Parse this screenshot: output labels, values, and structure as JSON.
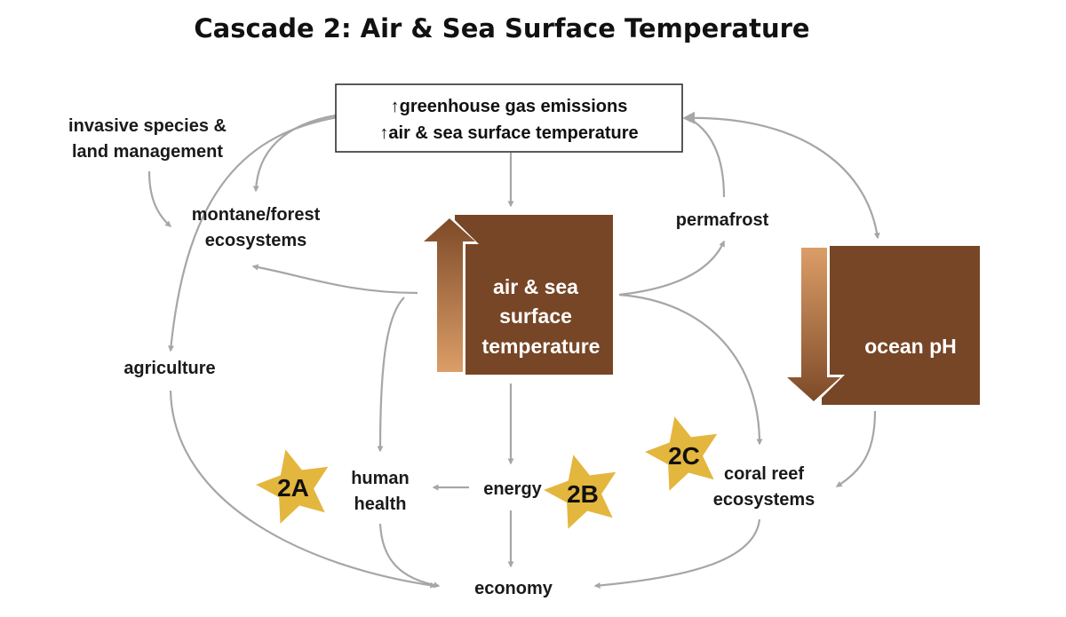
{
  "title": "Cascade 2: Air & Sea Surface Temperature",
  "driver_box": {
    "line1": "↑greenhouse gas emissions",
    "line2": "↑air & sea surface temperature"
  },
  "nodes": {
    "invasive_line1": "invasive species &",
    "invasive_line2": "land management",
    "montane_line1": "montane/forest",
    "montane_line2": "ecosystems",
    "permafrost": "permafrost",
    "agriculture": "agriculture",
    "human_health_line1": "human",
    "human_health_line2": "health",
    "energy": "energy",
    "coral_line1": "coral reef",
    "coral_line2": "ecosystems",
    "economy": "economy"
  },
  "indicators": {
    "sst_line1": "air & sea",
    "sst_line2": "surface",
    "sst_line3": "temperature",
    "sst_direction": "up",
    "ph_label": "ocean pH",
    "ph_direction": "down"
  },
  "stars": {
    "a": "2A",
    "b": "2B",
    "c": "2C"
  },
  "colors": {
    "box_brown": "#774626",
    "arrow_light": "#d89a66",
    "arrow_dark": "#8a542d",
    "star_gold": "#e3b63e",
    "connector_gray": "#a6a6a6"
  }
}
